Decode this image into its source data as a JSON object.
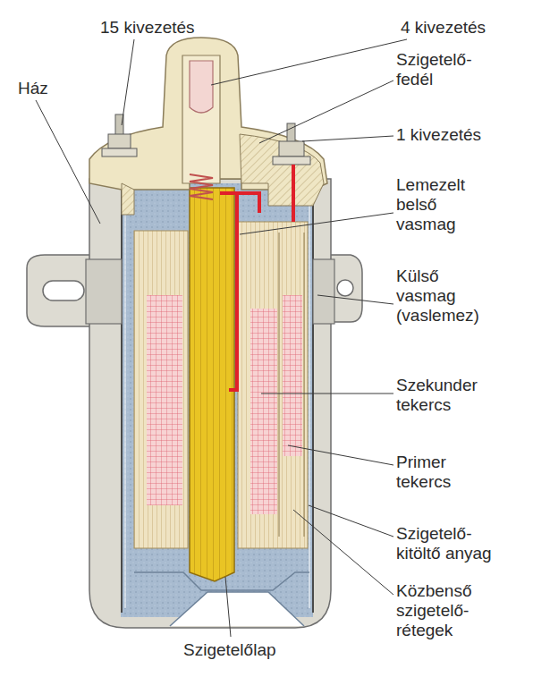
{
  "diagram": {
    "labels": [
      "15 kivezetés",
      "4 kivezetés",
      "Ház",
      "Szigetelő- fedél",
      "1 kivezetés",
      "Lemezelt belső vasmag",
      "Külső vasmag (vaslemez)",
      "Szekunder tekercs",
      "Primer tekercs",
      "Szigetelő- kitöltő anyag",
      "Közbenső szigetelő- rétegek",
      "Szigetelőlap"
    ]
  }
}
